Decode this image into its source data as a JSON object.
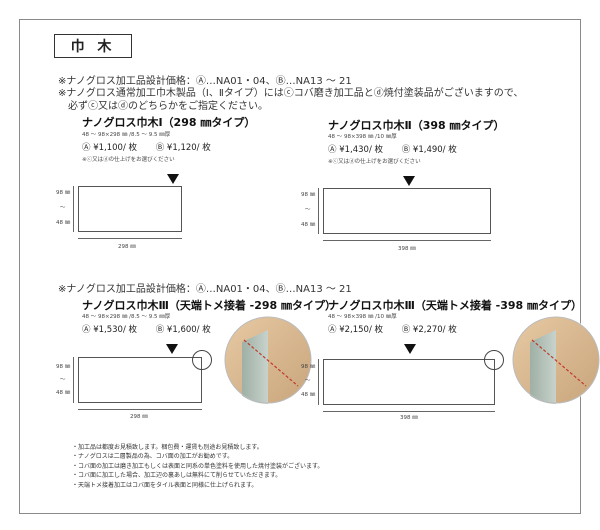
{
  "title": "巾 木",
  "intro": {
    "line1": "※ナノグロス加工品設計価格：Ⓐ…NA01・04、Ⓑ…NA13 ～ 21",
    "line2": "※ナノグロス通常加工巾木製品（Ⅰ、Ⅱタイプ）にはⓒコバ磨き加工品とⓓ焼付塗装品がございますので、",
    "line3": "必ずⓒ又はⓓのどちらかをご指定ください。"
  },
  "section2_note": "※ナノグロス加工品設計価格：Ⓐ…NA01・04、Ⓑ…NA13 ～ 21",
  "products": [
    {
      "title": "ナノグロス巾木Ⅰ（298 ㎜タイプ）",
      "dims": "48 ～ 98×298 ㎜ /8.5 ～ 9.5 ㎜厚",
      "price_a": "Ⓐ ¥1,100/ 枚",
      "price_b": "Ⓑ ¥1,120/ 枚",
      "note": "※ⓒ又はⓓの仕上げをお選びください",
      "h_label": "98 ㎜",
      "h_tilde": "～",
      "h_label2": "48 ㎜",
      "w_label": "298 ㎜"
    },
    {
      "title": "ナノグロス巾木Ⅱ（398 ㎜タイプ）",
      "dims": "48 ～ 98×398 ㎜ /10 ㎜厚",
      "price_a": "Ⓐ ¥1,430/ 枚",
      "price_b": "Ⓑ ¥1,490/ 枚",
      "note": "※ⓒ又はⓓの仕上げをお選びください",
      "h_label": "98 ㎜",
      "h_tilde": "～",
      "h_label2": "48 ㎜",
      "w_label": "398 ㎜"
    },
    {
      "title": "ナノグロス巾木Ⅲ（天端トメ接着 -298 ㎜タイプ）",
      "dims": "48 ～ 98×298 ㎜ /8.5 ～ 9.5 ㎜厚",
      "price_a": "Ⓐ ¥1,530/ 枚",
      "price_b": "Ⓑ ¥1,600/ 枚",
      "h_label": "98 ㎜",
      "h_tilde": "～",
      "h_label2": "48 ㎜",
      "w_label": "298 ㎜"
    },
    {
      "title": "ナノグロス巾木Ⅲ（天端トメ接着 -398 ㎜タイプ）",
      "dims": "48 ～ 98×398 ㎜ /10 ㎜厚",
      "price_a": "Ⓐ ¥2,150/ 枚",
      "price_b": "Ⓑ ¥2,270/ 枚",
      "h_label": "98 ㎜",
      "h_tilde": "～",
      "h_label2": "48 ㎜",
      "w_label": "398 ㎜"
    }
  ],
  "bullets": [
    "・加工品は都度お見積致します。梱包費・運賃も別途お見積致します。",
    "・ナノグロスは二層製品の為、コバ面の加工がお勧めです。",
    "・コバ面の加工は磨き加工もしくは表面と同系の単色塗料を使用した焼付塗装がございます。",
    "・コバ面に加工した場合、加工辺の裏あしは無料にて削らせていただきます。",
    "・天端トメ接着加工はコバ面をタイル表面と同様に仕上げられます。"
  ]
}
